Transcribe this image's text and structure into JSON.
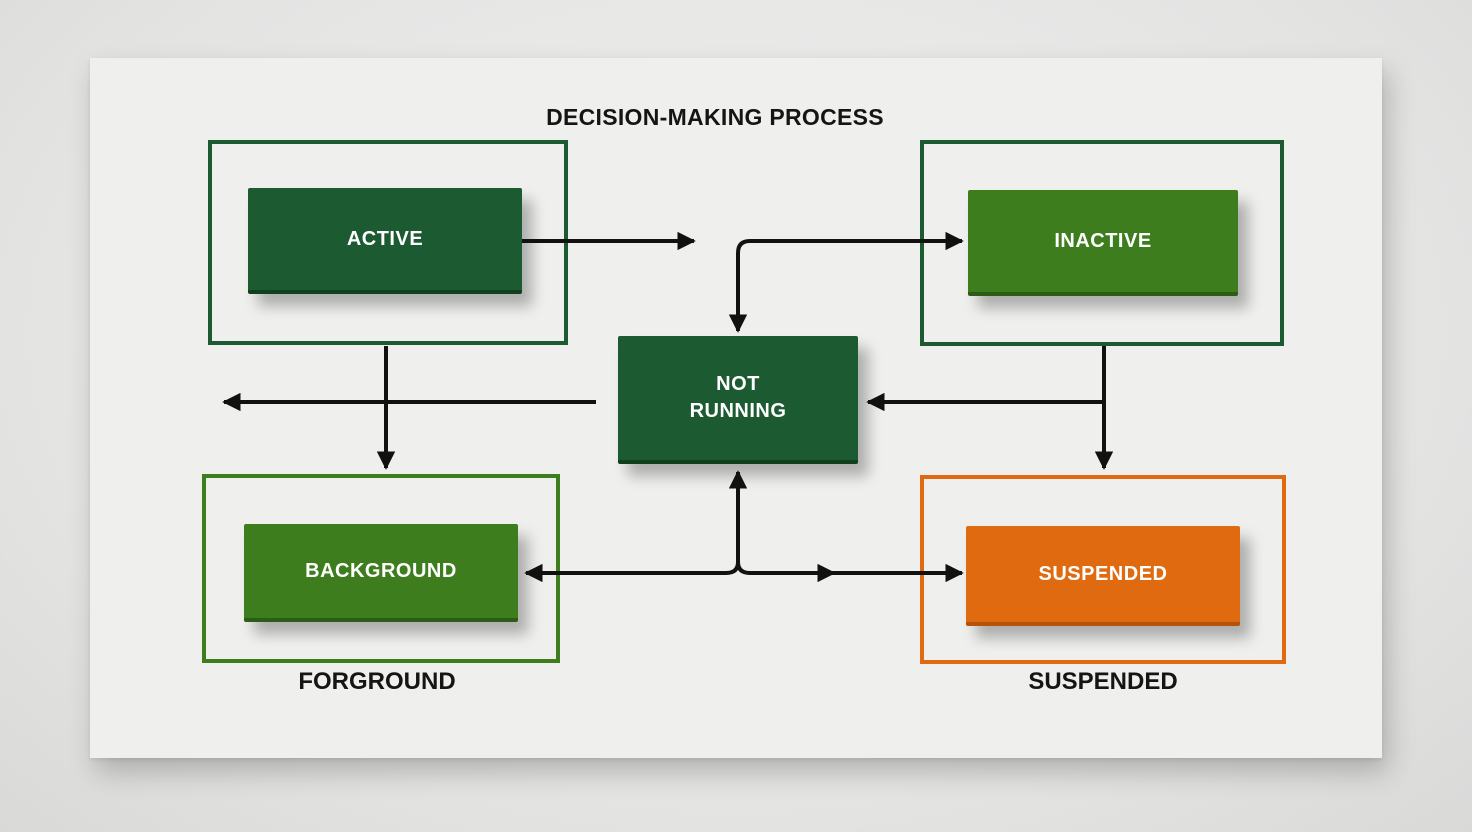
{
  "title": "DECISION-MAKING PROCESS",
  "states": {
    "active": "ACTIVE",
    "inactive": "INACTIVE",
    "not_running_line1": "NOT",
    "not_running_line2": "RUNNING",
    "background": "BACKGROUND",
    "suspended": "SUSPENDED"
  },
  "captions": {
    "foreground": "FORGROUND",
    "suspended": "SUSPENDED"
  },
  "colors": {
    "dark_green": "#1c5a32",
    "mid_green": "#3e7d1e",
    "orange": "#e06a10",
    "arrow": "#111111"
  }
}
